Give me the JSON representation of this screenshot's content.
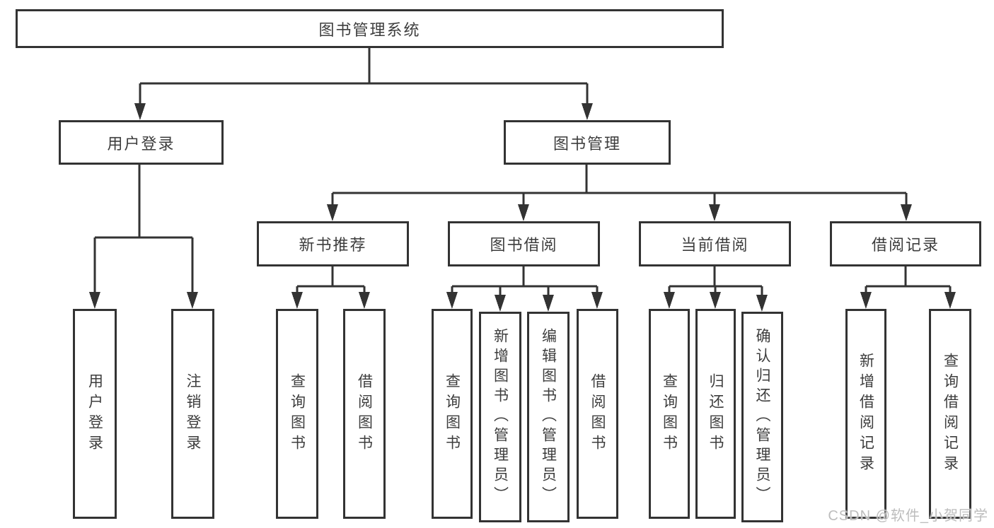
{
  "diagram": {
    "root": "图书管理系统",
    "level2": {
      "user_login": "用户登录",
      "book_mgmt": "图书管理"
    },
    "level3": {
      "new_book_rec": "新书推荐",
      "book_borrow": "图书借阅",
      "current_borrow": "当前借阅",
      "borrow_record": "借阅记录"
    },
    "leaves": {
      "user_login": "用户登录",
      "logout": "注销登录",
      "rec_query_books": "查询图书",
      "rec_borrow_books": "借阅图书",
      "bb_query_books": "查询图书",
      "bb_add_books": "新增图书（管理员）",
      "bb_edit_books": "编辑图书（管理员）",
      "bb_borrow_books": "借阅图书",
      "cb_query_books": "查询图书",
      "cb_return_books": "归还图书",
      "cb_confirm_return": "确认归还（管理员）",
      "br_add_record": "新增借阅记录",
      "br_query_record": "查询借阅记录"
    }
  },
  "watermark": "CSDN @软件_小贺同学",
  "colors": {
    "line": "#333333",
    "text": "#3d3d3d",
    "background": "#ffffff",
    "watermark": "#bdbdbd"
  }
}
